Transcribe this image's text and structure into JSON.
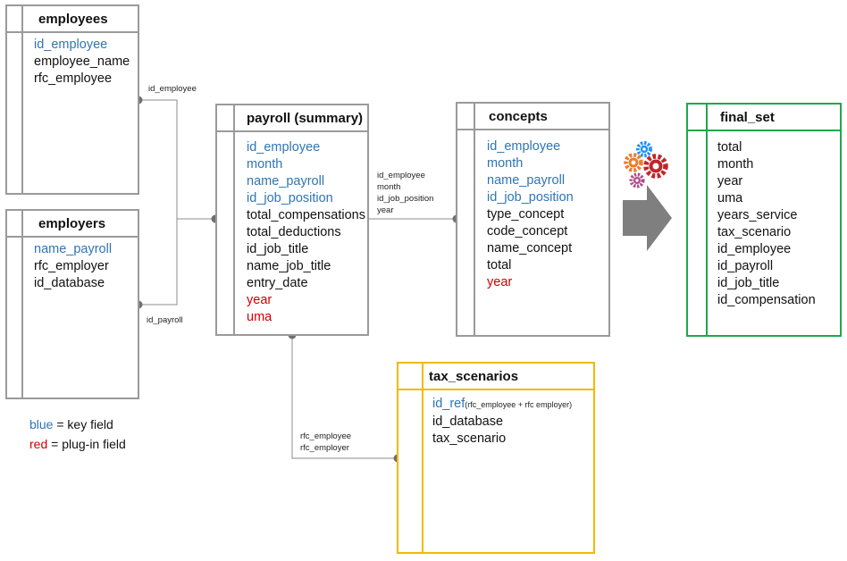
{
  "tables": {
    "employees": {
      "title": "employees",
      "fields": [
        {
          "name": "id_employee",
          "kind": "key"
        },
        {
          "name": "employee_name",
          "kind": "normal"
        },
        {
          "name": "rfc_employee",
          "kind": "normal"
        }
      ]
    },
    "employers": {
      "title": "employers",
      "fields": [
        {
          "name": "name_payroll",
          "kind": "key"
        },
        {
          "name": "rfc_employer",
          "kind": "normal"
        },
        {
          "name": "id_database",
          "kind": "normal"
        }
      ]
    },
    "payroll": {
      "title": "payroll (summary)",
      "fields": [
        {
          "name": "id_employee",
          "kind": "key"
        },
        {
          "name": "month",
          "kind": "key"
        },
        {
          "name": "name_payroll",
          "kind": "key"
        },
        {
          "name": "id_job_position",
          "kind": "key"
        },
        {
          "name": "total_compensations",
          "kind": "normal"
        },
        {
          "name": "total_deductions",
          "kind": "normal"
        },
        {
          "name": "id_job_title",
          "kind": "normal"
        },
        {
          "name": "name_job_title",
          "kind": "normal"
        },
        {
          "name": "entry_date",
          "kind": "normal"
        },
        {
          "name": "year",
          "kind": "plug"
        },
        {
          "name": "uma",
          "kind": "plug"
        }
      ]
    },
    "concepts": {
      "title": "concepts",
      "fields": [
        {
          "name": "id_employee",
          "kind": "key"
        },
        {
          "name": "month",
          "kind": "key"
        },
        {
          "name": "name_payroll",
          "kind": "key"
        },
        {
          "name": "id_job_position",
          "kind": "key"
        },
        {
          "name": "type_concept",
          "kind": "normal"
        },
        {
          "name": "code_concept",
          "kind": "normal"
        },
        {
          "name": "name_concept",
          "kind": "normal"
        },
        {
          "name": "total",
          "kind": "normal"
        },
        {
          "name": "year",
          "kind": "plug"
        }
      ]
    },
    "tax_scenarios": {
      "title": "tax_scenarios",
      "fields": [
        {
          "name": "id_ref",
          "kind": "key",
          "note": "(rfc_employee + rfc employer)"
        },
        {
          "name": "id_database",
          "kind": "normal"
        },
        {
          "name": "tax_scenario",
          "kind": "normal"
        }
      ]
    },
    "final_set": {
      "title": "final_set",
      "fields": [
        {
          "name": "total",
          "kind": "normal"
        },
        {
          "name": "month",
          "kind": "normal"
        },
        {
          "name": "year",
          "kind": "normal"
        },
        {
          "name": "uma",
          "kind": "normal"
        },
        {
          "name": "years_service",
          "kind": "normal"
        },
        {
          "name": "tax_scenario",
          "kind": "normal"
        },
        {
          "name": "id_employee",
          "kind": "normal"
        },
        {
          "name": "id_payroll",
          "kind": "normal"
        },
        {
          "name": "id_job_title",
          "kind": "normal"
        },
        {
          "name": "id_compensation",
          "kind": "normal"
        }
      ]
    }
  },
  "connectors": {
    "employees_link": "id_employee",
    "employers_link": "id_payroll",
    "payroll_concepts_link": [
      "id_employee",
      "month",
      "id_job_position",
      "year"
    ],
    "payroll_tax_link": [
      "rfc_employee",
      "rfc_employer"
    ]
  },
  "legend": {
    "blue_word": "blue",
    "blue_text": " = key field",
    "red_word": "red",
    "red_text": " = plug-in field"
  },
  "colors": {
    "key": "#2e75b6",
    "plug": "#d00000",
    "table_border": "#9a9a9a",
    "tax_border": "#f5b800",
    "final_border": "#1fa84a",
    "connector": "#8c8c8c",
    "arrow": "#7f7f7f"
  },
  "icons": {
    "gears": "gears-icon",
    "process_arrow": "arrow-right-icon"
  }
}
